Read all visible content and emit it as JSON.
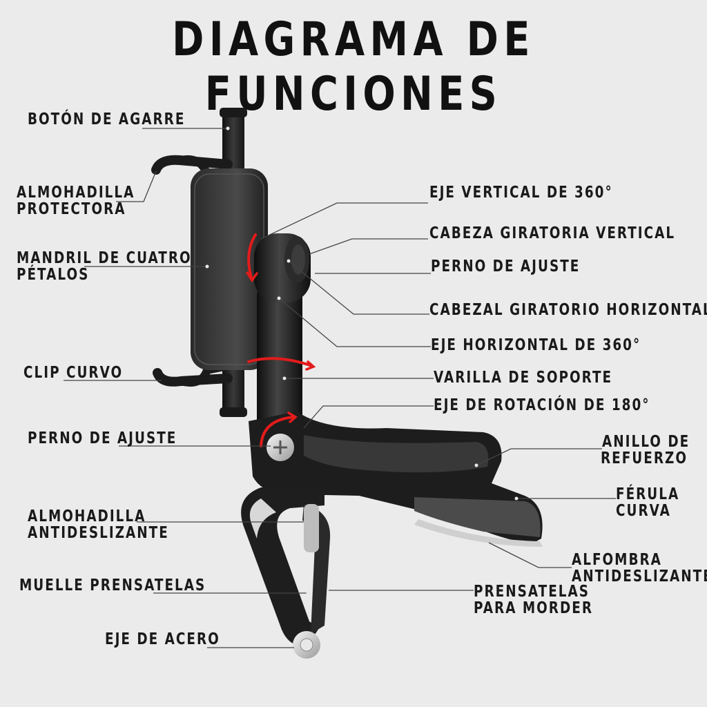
{
  "title": "DIAGRAMA DE FUNCIONES",
  "labels": {
    "boton_agarre": "BOTÓN DE AGARRE",
    "almohadilla_protectora_1": "ALMOHADILLA",
    "almohadilla_protectora_2": "PROTECTORA",
    "mandril_1": "MANDRIL DE CUATRO",
    "mandril_2": "PÉTALOS",
    "clip_curvo": "CLIP CURVO",
    "perno_ajuste_left": "PERNO DE AJUSTE",
    "almohadilla_antideslizante_1": "ALMOHADILLA",
    "almohadilla_antideslizante_2": "ANTIDESLIZANTE",
    "muelle": "MUELLE PRENSATELAS",
    "eje_acero": "EJE DE ACERO",
    "eje_vertical": "EJE VERTICAL DE 360°",
    "cabeza_giratoria": "CABEZA GIRATORIA VERTICAL",
    "perno_ajuste_right": "PERNO DE AJUSTE",
    "cabezal_horizontal": "CABEZAL GIRATORIO HORIZONTAL",
    "eje_horizontal": "EJE HORIZONTAL DE 360°",
    "varilla": "VARILLA DE SOPORTE",
    "eje_rotacion": "EJE DE ROTACIÓN DE 180°",
    "anillo_1": "ANILLO DE",
    "anillo_2": "REFUERZO",
    "ferula_1": "FÉRULA",
    "ferula_2": "CURVA",
    "alfombra_1": "ALFOMBRA",
    "alfombra_2": "ANTIDESLIZANTE",
    "prensatelas_1": "PRENSATELAS",
    "prensatelas_2": "PARA MORDER"
  },
  "colors": {
    "background": "#ebebeb",
    "device": "#1c1c1c",
    "arrow": "#e31b1b",
    "leader": "#444444"
  }
}
